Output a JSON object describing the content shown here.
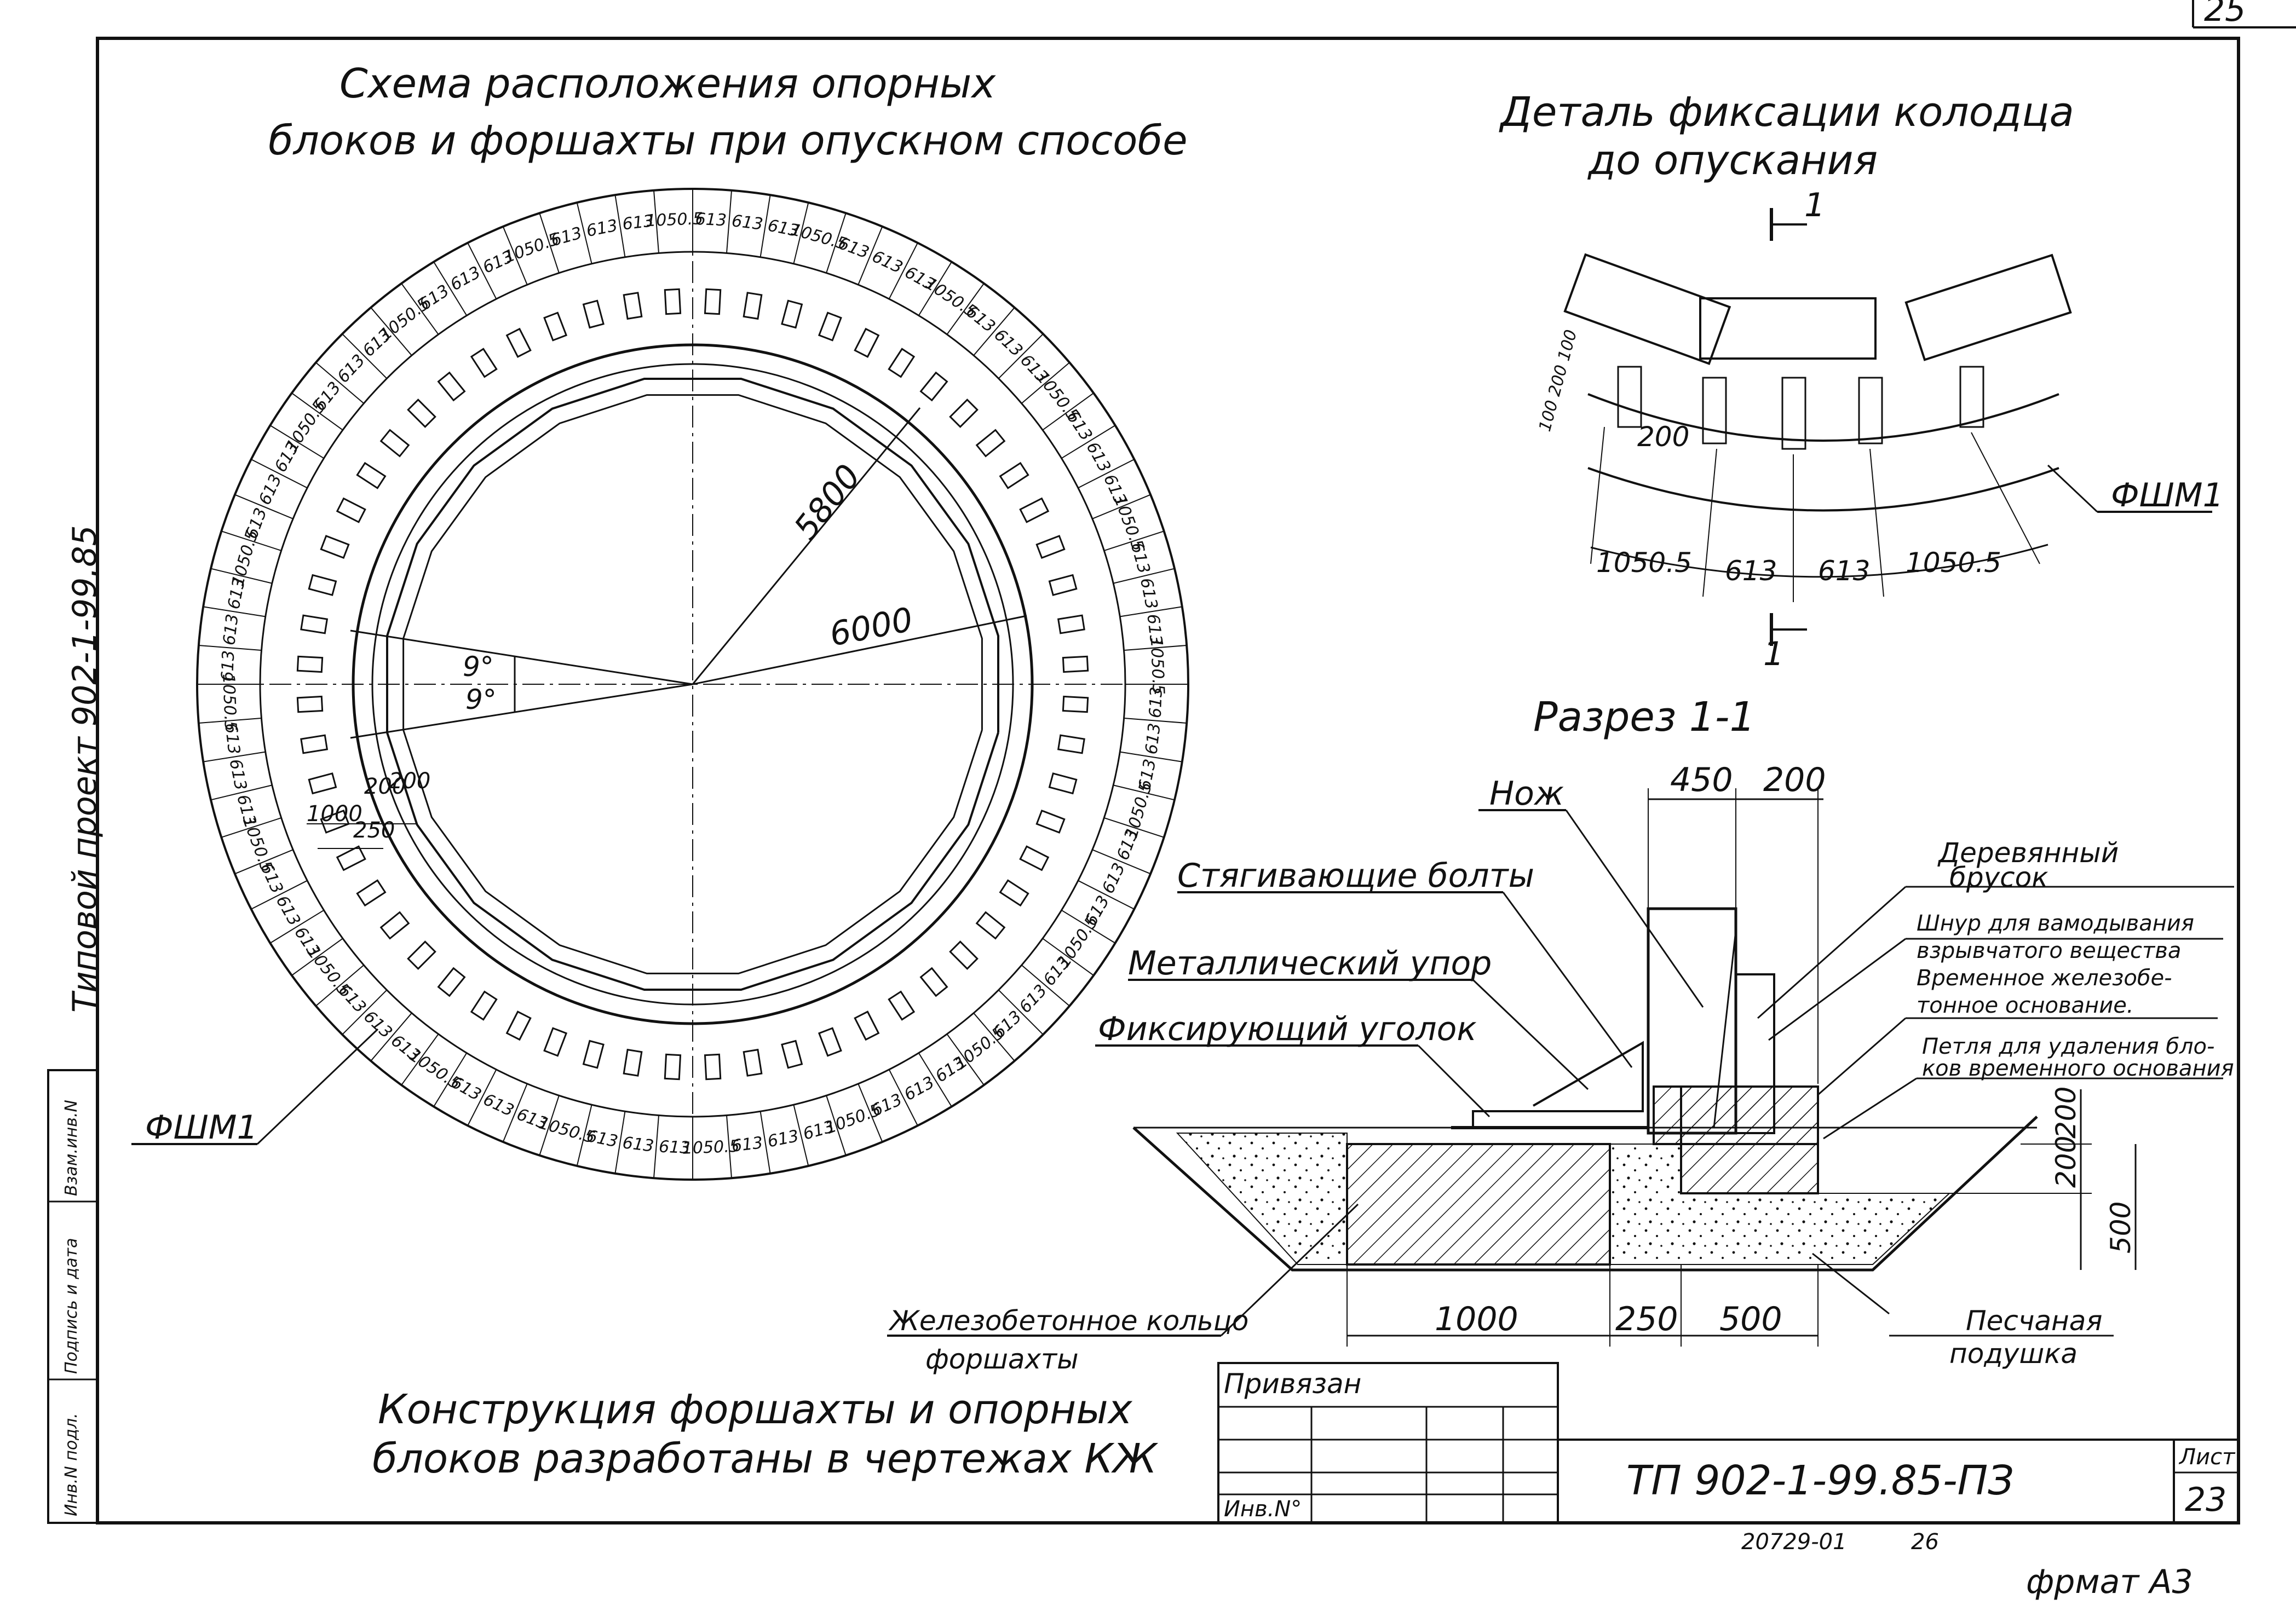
{
  "sheet": {
    "top_page_number": "25",
    "format_label": "фрмат А3",
    "bottom_codes": [
      "20729-01",
      "26"
    ],
    "side_project_label": "Типовой проект 902-1-99.85",
    "side_columns": [
      "Инв.N подл.",
      "Подпись и дата",
      "Взам.инв.N"
    ]
  },
  "plan": {
    "title_line1": "Схема расположения опорных",
    "title_line2": "блоков и форшахты при опускном способе",
    "radius_inner": "5800",
    "radius_outer": "6000",
    "angle_top": "9°",
    "angle_bottom": "9°",
    "dim_200_a": "200",
    "dim_200_b": "200",
    "dim_1000": "1000",
    "dim_250": "250",
    "ring_label": "ФШМ1",
    "ring_segments": [
      "613",
      "1050.5"
    ]
  },
  "detail": {
    "title_line1": "Деталь фиксации колодца",
    "title_line2": "до опускания",
    "section_mark": "1",
    "dims_bottom": [
      "1050.5",
      "613",
      "613",
      "1050.5"
    ],
    "dim_200": "200",
    "dim_vertical": "100 200 100",
    "label": "ФШМ1"
  },
  "section": {
    "title": "Разрез 1-1",
    "top_dims": [
      "450",
      "200"
    ],
    "bottom_dims": [
      "1000",
      "250",
      "500"
    ],
    "right_dims": [
      "200",
      "200",
      "500"
    ],
    "callouts_left": {
      "knife": "Нож",
      "bolts": "Стягивающие болты",
      "stop": "Металлический упор",
      "angle": "Фиксирующий уголок",
      "ring_line1": "Железобетонное кольцо",
      "ring_line2": "форшахты"
    },
    "callouts_right": {
      "bar_line1": "Деревянный",
      "bar_line2": "брусок",
      "cord_line1": "Шнур для вамодывания",
      "cord_line2": "взрывчатого вещества",
      "base_line1": "Временное железобе-",
      "base_line2": "тонное основание.",
      "loop_line1": "Петля для удаления бло-",
      "loop_line2": "ков временного основания",
      "sand_line1": "Песчаная",
      "sand_line2": "подушка"
    }
  },
  "note": {
    "line1": "Конструкция форшахты и опорных",
    "line2": "блоков разработаны в чертежах КЖ"
  },
  "stamp": {
    "header": "Привязан",
    "inv_label": "Инв.N°",
    "doc_code": "ТП 902-1-99.85-ПЗ",
    "sheet_label": "Лист",
    "sheet_number": "23"
  }
}
